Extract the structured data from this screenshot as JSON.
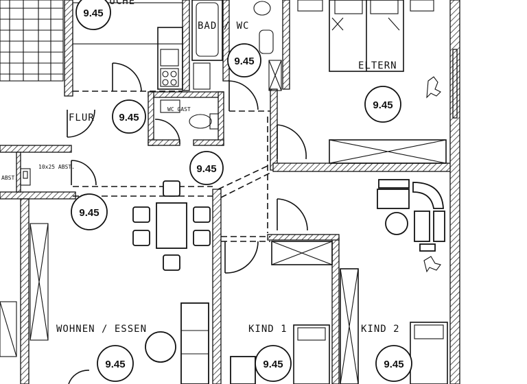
{
  "rooms": {
    "kueche": "KÜCHE",
    "bad_wc": "BAD / WC",
    "eltern": "ELTERN",
    "flur": "FLUR",
    "wc_gast": "WC GAST",
    "abst_label": "10x25 ABST.",
    "abst": "ABST.",
    "wohnen_essen": "WOHNEN / ESSEN",
    "kind1": "KIND 1",
    "kind2": "KIND 2"
  },
  "level_marks": {
    "kueche": "9.45",
    "bad": "9.45",
    "eltern": "9.45",
    "flur": "9.45",
    "wc_gast": "9.45",
    "abst": "9.45",
    "wohnen": "9.45",
    "kind1": "9.45",
    "kind2": "9.45"
  }
}
